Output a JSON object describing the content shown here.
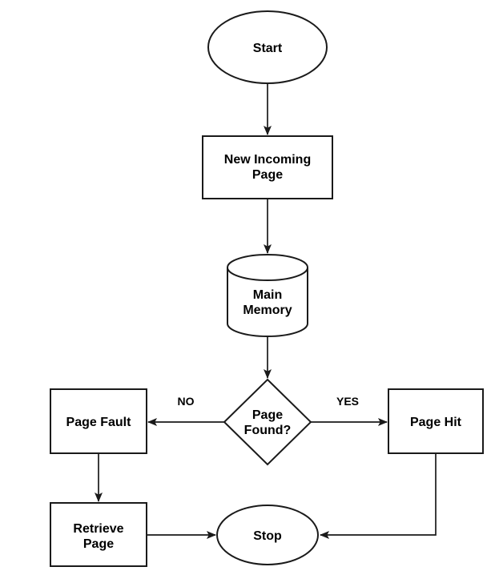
{
  "diagram": {
    "type": "flowchart",
    "topic": "page lookup in main memory",
    "colors": {
      "stroke": "#1a1a1a",
      "node_fill": "#ffffff",
      "text": "#000000",
      "background": "#ffffff"
    },
    "nodes": {
      "start": {
        "shape": "ellipse",
        "label": "Start"
      },
      "new_incoming_page": {
        "shape": "rectangle",
        "line1": "New Incoming",
        "line2": "Page"
      },
      "main_memory": {
        "shape": "cylinder",
        "line1": "Main",
        "line2": "Memory"
      },
      "page_found": {
        "shape": "diamond",
        "line1": "Page",
        "line2": "Found?"
      },
      "page_fault": {
        "shape": "rectangle",
        "label": "Page Fault"
      },
      "page_hit": {
        "shape": "rectangle",
        "label": "Page Hit"
      },
      "retrieve_page": {
        "shape": "rectangle",
        "line1": "Retrieve",
        "line2": "Page"
      },
      "stop": {
        "shape": "ellipse",
        "label": "Stop"
      }
    },
    "edge_labels": {
      "no": "NO",
      "yes": "YES"
    },
    "edges": [
      {
        "from": "start",
        "to": "new_incoming_page",
        "label": ""
      },
      {
        "from": "new_incoming_page",
        "to": "main_memory",
        "label": ""
      },
      {
        "from": "main_memory",
        "to": "page_found",
        "label": ""
      },
      {
        "from": "page_found",
        "to": "page_fault",
        "label": "NO"
      },
      {
        "from": "page_found",
        "to": "page_hit",
        "label": "YES"
      },
      {
        "from": "page_fault",
        "to": "retrieve_page",
        "label": ""
      },
      {
        "from": "retrieve_page",
        "to": "stop",
        "label": ""
      },
      {
        "from": "page_hit",
        "to": "stop",
        "label": ""
      }
    ]
  }
}
